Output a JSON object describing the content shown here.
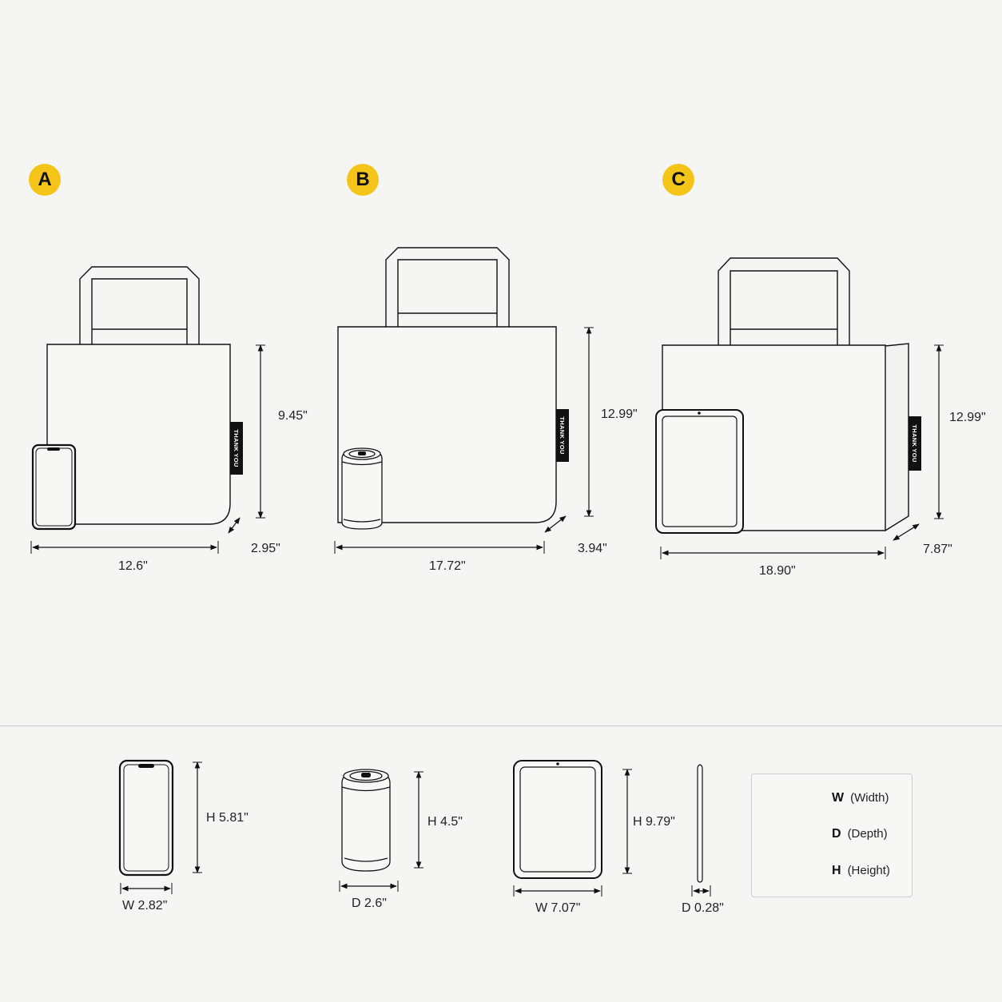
{
  "badges": {
    "a": "A",
    "b": "B",
    "c": "C"
  },
  "bag_a": {
    "height": "9.45\"",
    "depth": "2.95\"",
    "width": "12.6\"",
    "tag": "THANK YOU"
  },
  "bag_b": {
    "height": "12.99\"",
    "depth": "3.94\"",
    "width": "17.72\"",
    "tag": "THANK YOU"
  },
  "bag_c": {
    "height": "12.99\"",
    "depth": "7.87\"",
    "width": "18.90\"",
    "tag": "THANK YOU"
  },
  "phone": {
    "height": "H 5.81\"",
    "width": "W 2.82\""
  },
  "can": {
    "height": "H 4.5\"",
    "depth": "D 2.6\""
  },
  "tablet": {
    "height": "H 9.79\"",
    "width": "W 7.07\"",
    "depth": "D 0.28\""
  },
  "legend": {
    "w_letter": "W",
    "w_label": "(Width)",
    "d_letter": "D",
    "d_label": "(Depth)",
    "h_letter": "H",
    "h_label": "(Height)"
  },
  "colors": {
    "badge": "#f4c518",
    "background": "#f5f5f4",
    "tag": "#111111"
  }
}
